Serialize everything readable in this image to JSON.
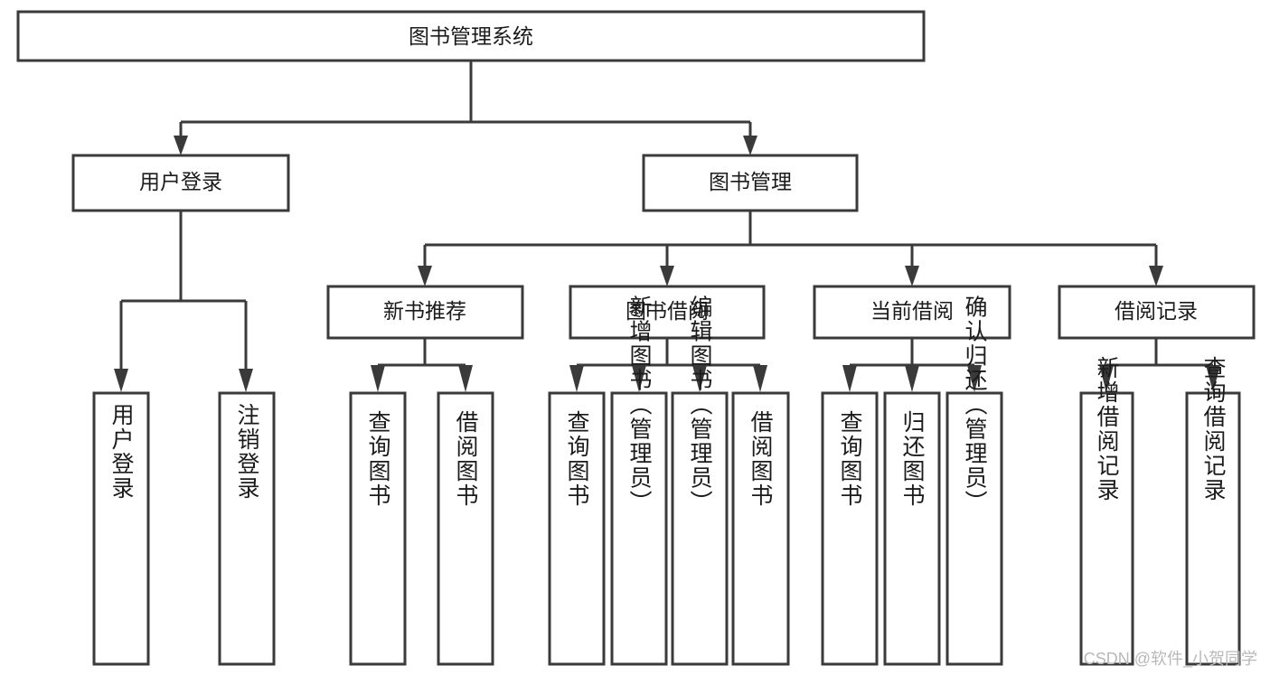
{
  "diagram": {
    "title": "图书管理系统",
    "watermark": "CSDN @软件_小贺同学",
    "colors": {
      "stroke": "#3a3a3a",
      "background": "#ffffff",
      "text": "#1b1b1b",
      "watermark": "#b9b9b9"
    },
    "levels": {
      "root": {
        "label": "图书管理系统"
      },
      "level2": [
        {
          "label": "用户登录"
        },
        {
          "label": "图书管理"
        }
      ],
      "level3": [
        {
          "label": "新书推荐"
        },
        {
          "label": "图书借阅"
        },
        {
          "label": "当前借阅"
        },
        {
          "label": "借阅记录"
        }
      ],
      "leaves": {
        "user_login": [
          {
            "label": "用户登录"
          },
          {
            "label": "注销登录"
          }
        ],
        "new_book_recommend": [
          {
            "label": "查询图书"
          },
          {
            "label": "借阅图书"
          }
        ],
        "book_borrow": [
          {
            "label": "查询图书"
          },
          {
            "label": "新增图书（管理员）"
          },
          {
            "label": "编辑图书（管理员）"
          },
          {
            "label": "借阅图书"
          }
        ],
        "current_borrow": [
          {
            "label": "查询图书"
          },
          {
            "label": "归还图书"
          },
          {
            "label": "确认归还（管理员）"
          }
        ],
        "borrow_record": [
          {
            "label": "新增借阅记录"
          },
          {
            "label": "查询借阅记录"
          }
        ]
      }
    }
  }
}
